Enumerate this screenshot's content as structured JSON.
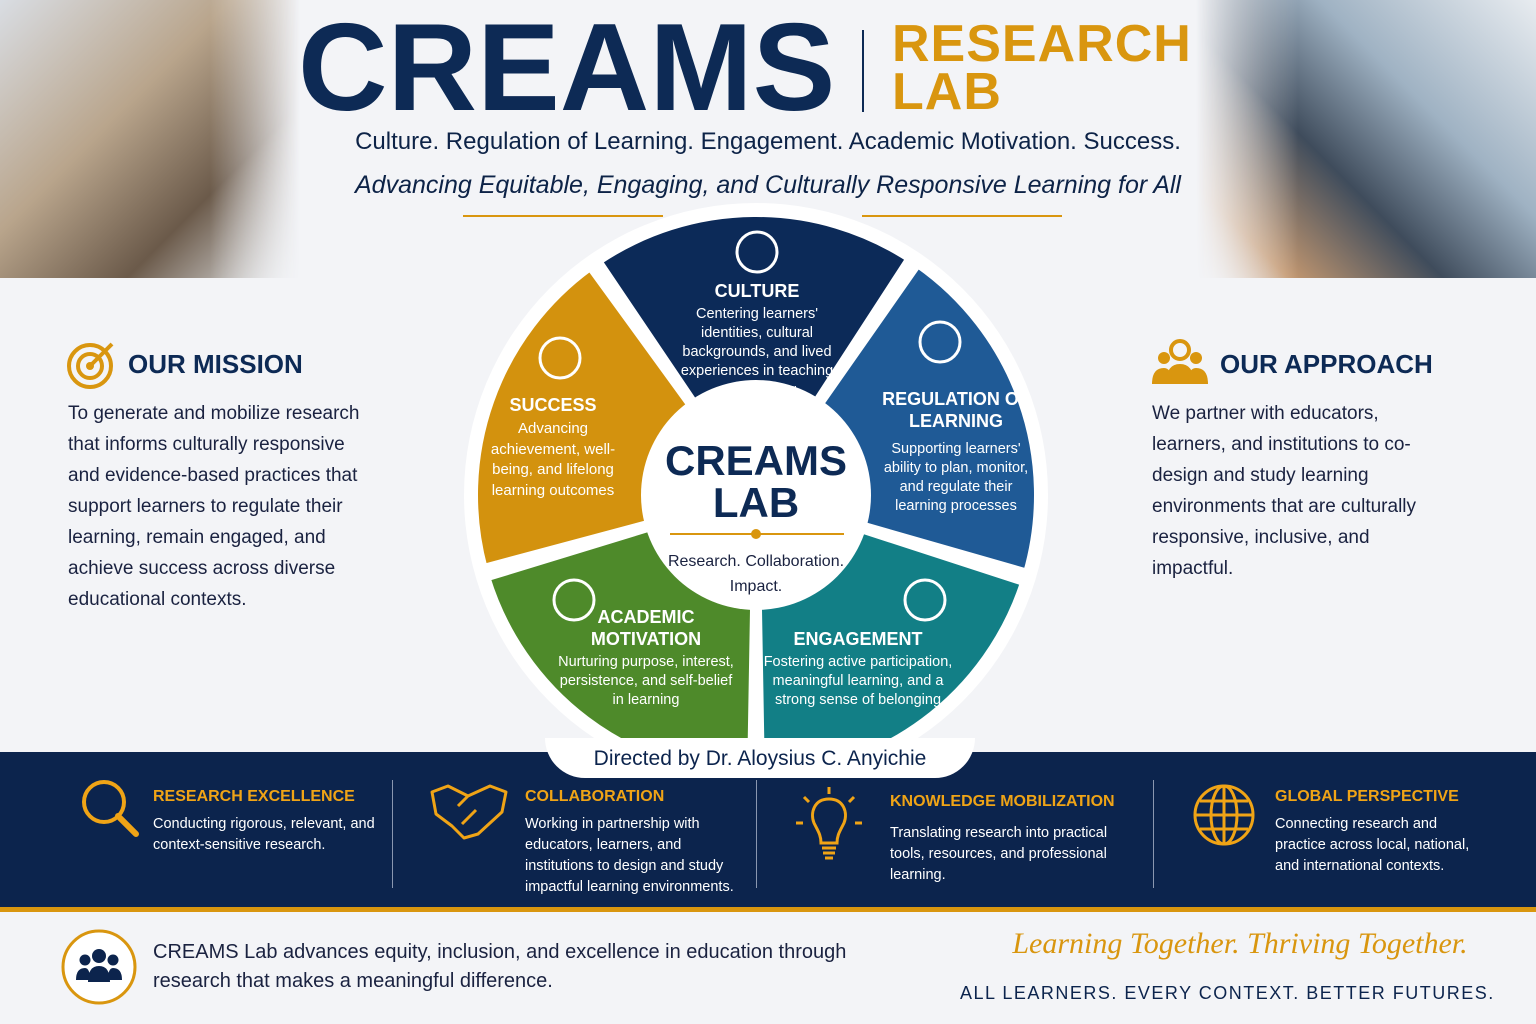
{
  "header": {
    "title": "CREAMS",
    "subtitle_line1": "RESEARCH",
    "subtitle_line2": "LAB",
    "tagline": "Culture. Regulation of Learning. Engagement. Academic Motivation. Success.",
    "mission_statement": "Advancing Equitable, Engaging, and Culturally Responsive Learning for All"
  },
  "mission": {
    "heading": "OUR MISSION",
    "icon": "target-icon",
    "text": "To generate and mobilize research that informs culturally responsive and evidence-based practices that support learners to regulate their learning, remain engaged, and achieve success across diverse educational contexts."
  },
  "approach": {
    "heading": "OUR APPROACH",
    "icon": "people-icon",
    "text": "We partner with educators, learners, and institutions to co-design and study learning environments that are culturally responsive, inclusive, and impactful."
  },
  "wheel": {
    "center_title_1": "CREAMS",
    "center_title_2": "LAB",
    "center_sub": "Research. Collaboration. Impact.",
    "segments": [
      {
        "title": "CULTURE",
        "text": "Centering learners' identities, cultural backgrounds, and lived experiences in teaching and learning",
        "color": "#0c2a58",
        "icon": "globe-people-icon"
      },
      {
        "title": "REGULATION OF LEARNING",
        "text": "Supporting learners' ability to plan, monitor, and regulate their learning processes",
        "color": "#1f5a96",
        "icon": "head-gear-icon"
      },
      {
        "title": "ENGAGEMENT",
        "text": "Fostering active participation, meaningful learning, and a strong sense of belonging",
        "color": "#127f86",
        "icon": "cheering-people-icon"
      },
      {
        "title": "ACADEMIC MOTIVATION",
        "text": "Nurturing purpose, interest, persistence, and self-belief in learning",
        "color": "#4e8a2a",
        "icon": "plant-icon"
      },
      {
        "title": "SUCCESS",
        "text": "Advancing achievement, well-being, and lifelong learning outcomes",
        "color": "#d3920e",
        "icon": "mountain-flag-icon"
      }
    ]
  },
  "directed_by": "Directed by Dr. Aloysius C. Anyichie",
  "pillars": [
    {
      "title": "RESEARCH EXCELLENCE",
      "text": "Conducting rigorous, relevant, and context-sensitive research.",
      "icon": "magnifier-icon"
    },
    {
      "title": "COLLABORATION",
      "text": "Working in partnership with educators, learners, and institutions to design and study impactful learning environments.",
      "icon": "handshake-icon"
    },
    {
      "title": "KNOWLEDGE MOBILIZATION",
      "text": "Translating research into practical tools, resources, and professional learning.",
      "icon": "lightbulb-icon"
    },
    {
      "title": "GLOBAL PERSPECTIVE",
      "text": "Connecting research and practice across local, national, and international contexts.",
      "icon": "globe-icon"
    }
  ],
  "footer": {
    "statement": "CREAMS Lab advances equity, inclusion, and excellence in education through research that makes a meaningful difference.",
    "slogan": "Learning Together. Thriving Together.",
    "motto": "ALL LEARNERS. EVERY CONTEXT. BETTER FUTURES.",
    "icon": "group-icon"
  },
  "colors": {
    "navy": "#0c244d",
    "gold": "#d9960f"
  }
}
